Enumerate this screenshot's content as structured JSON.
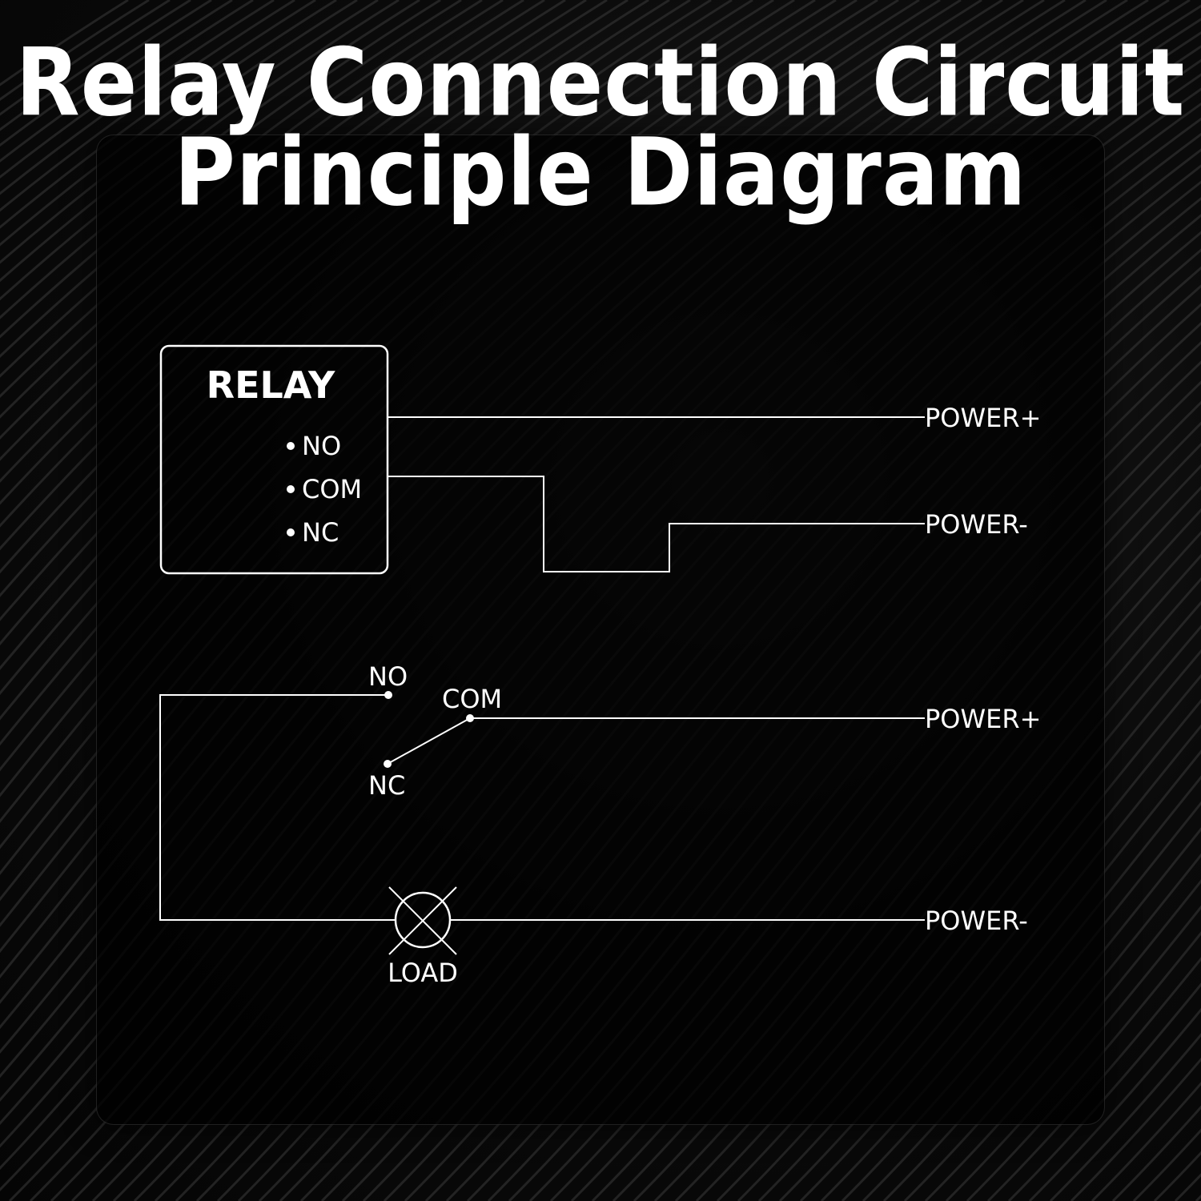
{
  "title": {
    "line1": "Relay Connection Circuit",
    "line2": "Principle Diagram"
  },
  "relay_box": {
    "title": "RELAY",
    "pins": [
      "NO",
      "COM",
      "NC"
    ],
    "power_plus_label": "POWER+",
    "power_minus_label": "POWER-"
  },
  "switch_circuit": {
    "no_label": "NO",
    "com_label": "COM",
    "nc_label": "NC",
    "power_plus_label": "POWER+",
    "power_minus_label": "POWER-",
    "load_label": "LOAD"
  },
  "colors": {
    "background": "#0b0b0b",
    "line": "#ffffff",
    "text": "#ffffff"
  }
}
